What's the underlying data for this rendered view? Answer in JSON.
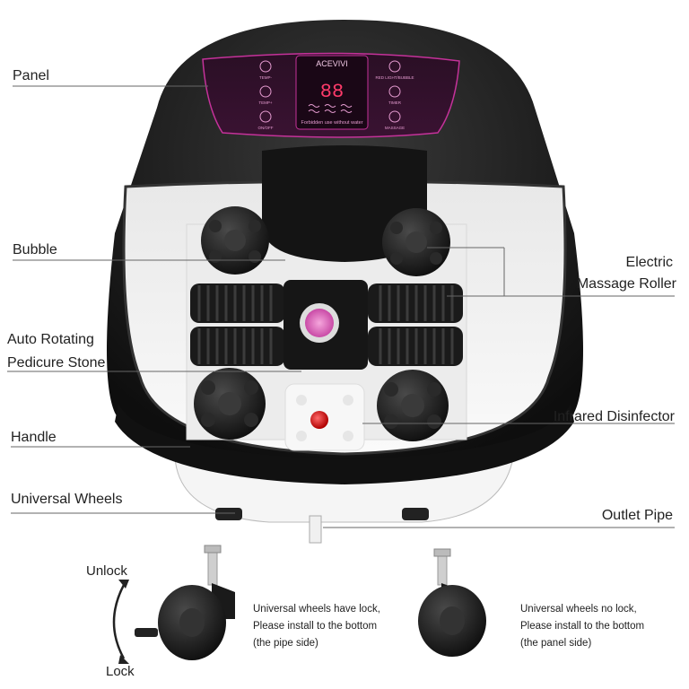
{
  "brand": "ACEVIVI",
  "panel": {
    "display_digits": "88",
    "left_buttons": [
      "TEMP-",
      "TEMP+",
      "ON/OFF"
    ],
    "right_buttons": [
      "RED LIGHT/BUBBLE",
      "TIMER",
      "MASSAGE"
    ],
    "bottom_text": "Forbidden use without water"
  },
  "callouts": {
    "panel": "Panel",
    "bubble": "Bubble",
    "electric_massage_roller_line1": "Electric",
    "electric_massage_roller_line2": "Massage Roller",
    "auto_rotating_line1": "Auto Rotating",
    "auto_rotating_line2": "Pedicure Stone",
    "infrared_disinfector": "Infrared Disinfector",
    "handle": "Handle",
    "universal_wheels": "Universal Wheels",
    "outlet_pipe": "Outlet Pipe"
  },
  "wheels": {
    "unlock_label": "Unlock",
    "lock_label": "Lock",
    "left_note": [
      "Universal wheels have lock,",
      "Please install to the bottom",
      "(the pipe side)"
    ],
    "right_note": [
      "Universal wheels no lock,",
      "Please install to the bottom",
      "(the panel side)"
    ]
  },
  "colors": {
    "body": "#1b1b1b",
    "basin": "#f2f2f2",
    "pedicure_stone": "#e079c3",
    "infrared": "#d41f1f",
    "panel_glow": "#c5329a"
  }
}
